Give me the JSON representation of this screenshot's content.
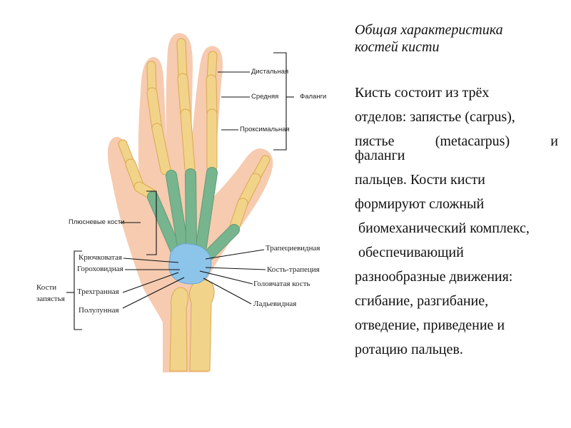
{
  "figure": {
    "labels": {
      "distal": "Дистальная",
      "middle": "Средняя",
      "proximal": "Проксимальная",
      "phalanges": "Фаланги",
      "metacarpals": "Плюсневые кости",
      "hamate": "Крючковатая",
      "pisiform": "Гороховидная",
      "triquetrum": "Трехгранная",
      "lunate": "Полулунная",
      "carpal_bones_1": "Кости",
      "carpal_bones_2": "запястья",
      "trapezoid": "Трапециевидная",
      "trapezium": "Кость-трапеция",
      "capitate": "Головчатая кость",
      "scaphoid": "Ладьевидная"
    },
    "colors": {
      "skin": "#f6cbb0",
      "phalanx_bone": "#f2d38a",
      "phalanx_outline": "#d9a94e",
      "metacarpal": "#77b58f",
      "carpal": "#8dc4ea",
      "forearm_bone": "#f2d38a"
    }
  },
  "text": {
    "title_line1": "Общая характеристика",
    "title_line2": "костей кисти",
    "p1": "Кисть состоит из трёх",
    "p2": "отделов: запястье (carpus),",
    "p3_w1": "пястье",
    "p3_w2": "(metacarpus)",
    "p3_w3": "и",
    "p3_cont": "фаланги",
    "p4": "пальцев. Кости кисти",
    "p5": "формируют сложный",
    "p6": " биомеханический комплекс,",
    "p7": " обеспечивающий",
    "p8": "разнообразные движения:",
    "p9": "сгибание, разгибание,",
    "p10": "отведение, приведение и",
    "p11": "ротацию пальцев."
  }
}
